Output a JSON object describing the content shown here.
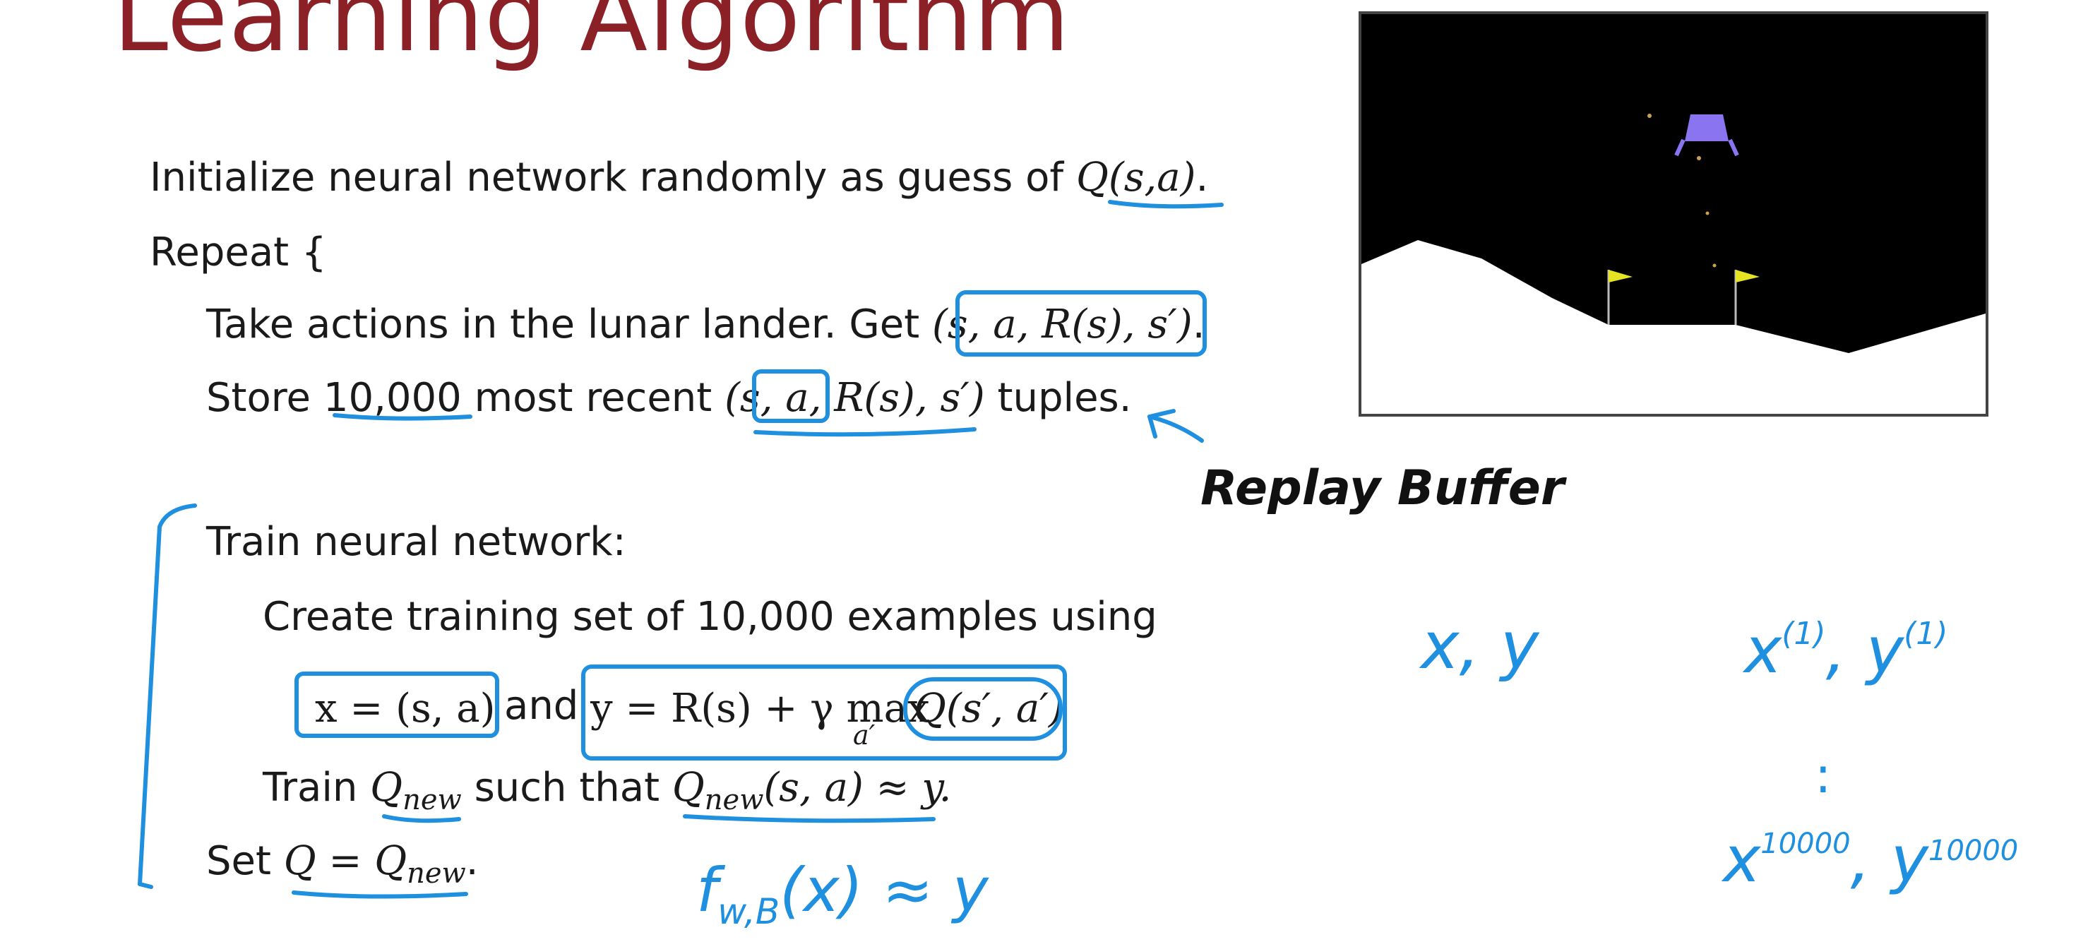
{
  "slide": {
    "title": "Learning Algorithm",
    "lines": {
      "init_text": "Initialize neural network randomly as guess of ",
      "init_math": "Q(s,a)",
      "init_end": ".",
      "repeat": "Repeat {",
      "take_text": "Take actions in the lunar lander. Get ",
      "take_math": "(s, a, R(s), s′)",
      "take_end": ".",
      "store_text": "Store ",
      "store_num": "10,000",
      "store_mid": " most recent ",
      "store_math": "(s, a, R(s), s′)",
      "store_end": " tuples.",
      "train": "Train neural network:",
      "create": "Create training set of 10,000 examples using",
      "x_eq": "x =  (s, a)",
      "and": "and",
      "y_eq": "y = R(s) +  γ max",
      "max_sub": "a′",
      "q_next": "Q(s′, a′)",
      "train_q_text": "Train ",
      "q_new": "Q",
      "new_sub": "new",
      "such_that": " such that ",
      "approx": "(s, a) ≈ y.",
      "set_text": "Set ",
      "set_q": "Q =  Q",
      "set_end": "."
    }
  },
  "annotations": {
    "replay_buffer": "Replay Buffer",
    "xy": "x, y",
    "x1": "x",
    "x1_sup": "(1)",
    "y1": "y",
    "y1_sup": "(1)",
    "dots": ":",
    "x10000": "x",
    "x10000_sup": "10000",
    "y10000": "y",
    "y10000_sup": "10000",
    "f_approx": "f",
    "f_sub": "w,B",
    "f_rest": "(x) ≈ y",
    "ink_color": "#1f8fe0"
  },
  "game": {
    "sky_color": "#000000",
    "ground_color": "#ffffff",
    "lander_color": "#8a74f0",
    "flag_color": "#e6e224"
  }
}
